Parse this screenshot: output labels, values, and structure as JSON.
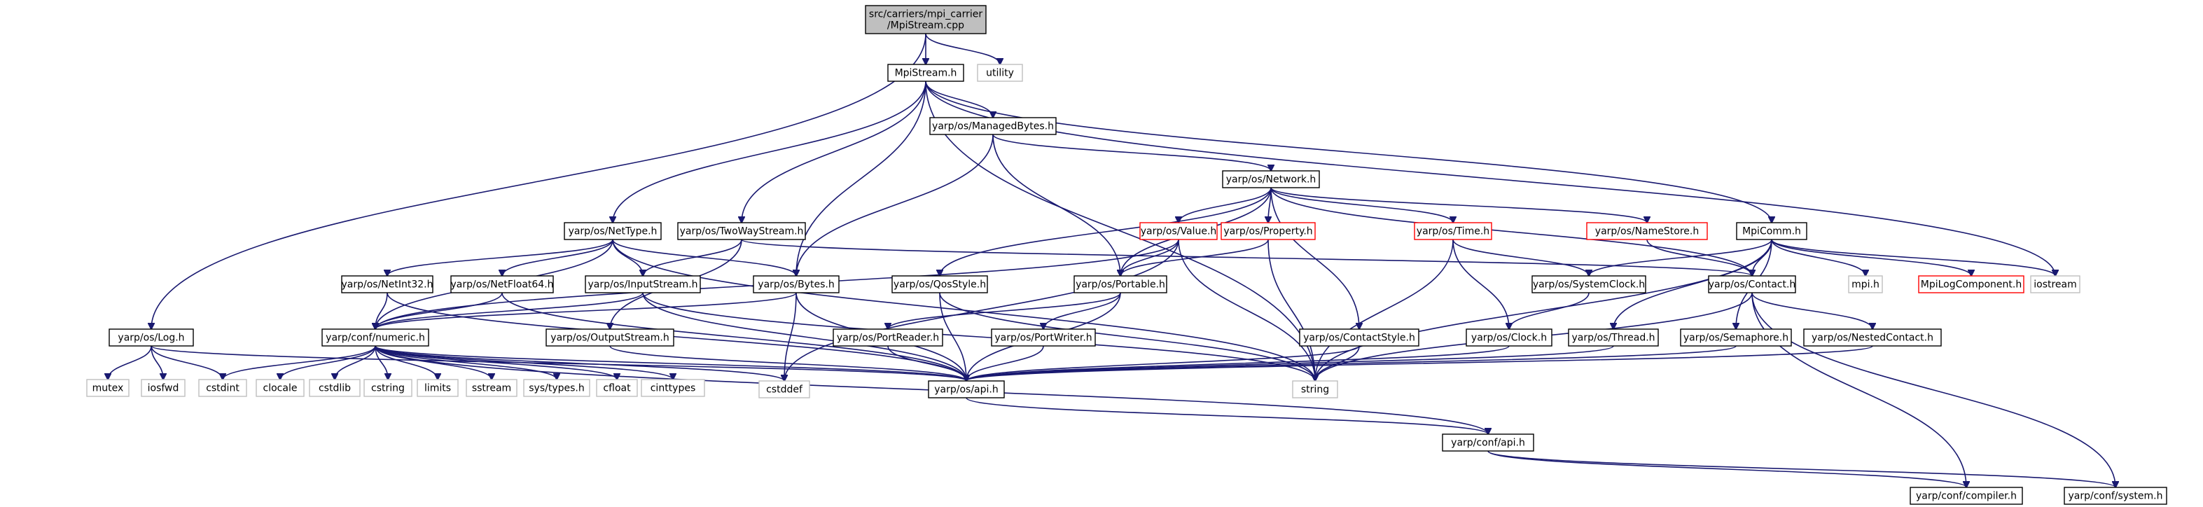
{
  "colors": {
    "edge": "#191970",
    "root_fill": "#bfbfbf",
    "normal_border": "#000000",
    "system_border": "#bfbfbf",
    "truncated_border": "#ff0000"
  },
  "nodes": [
    {
      "id": "root",
      "kind": "root",
      "lines": [
        "src/carriers/mpi_carrier",
        "/MpiStream.cpp"
      ]
    },
    {
      "id": "mpistream",
      "kind": "normal",
      "lines": [
        "MpiStream.h"
      ]
    },
    {
      "id": "utility",
      "kind": "sys",
      "lines": [
        "utility"
      ]
    },
    {
      "id": "log",
      "kind": "normal",
      "lines": [
        "yarp/os/Log.h"
      ]
    },
    {
      "id": "managedbytes",
      "kind": "normal",
      "lines": [
        "yarp/os/ManagedBytes.h"
      ]
    },
    {
      "id": "network",
      "kind": "normal",
      "lines": [
        "yarp/os/Network.h"
      ]
    },
    {
      "id": "nettype",
      "kind": "normal",
      "lines": [
        "yarp/os/NetType.h"
      ]
    },
    {
      "id": "twowaystream",
      "kind": "normal",
      "lines": [
        "yarp/os/TwoWayStream.h"
      ]
    },
    {
      "id": "value",
      "kind": "trunc",
      "lines": [
        "yarp/os/Value.h"
      ]
    },
    {
      "id": "property",
      "kind": "trunc",
      "lines": [
        "yarp/os/Property.h"
      ]
    },
    {
      "id": "time",
      "kind": "trunc",
      "lines": [
        "yarp/os/Time.h"
      ]
    },
    {
      "id": "namestore",
      "kind": "trunc",
      "lines": [
        "yarp/os/NameStore.h"
      ]
    },
    {
      "id": "mpicomm",
      "kind": "normal",
      "lines": [
        "MpiComm.h"
      ]
    },
    {
      "id": "netint32",
      "kind": "normal",
      "lines": [
        "yarp/os/NetInt32.h"
      ]
    },
    {
      "id": "netfloat64",
      "kind": "normal",
      "lines": [
        "yarp/os/NetFloat64.h"
      ]
    },
    {
      "id": "inputstream",
      "kind": "normal",
      "lines": [
        "yarp/os/InputStream.h"
      ]
    },
    {
      "id": "bytes",
      "kind": "normal",
      "lines": [
        "yarp/os/Bytes.h"
      ]
    },
    {
      "id": "qosstyle",
      "kind": "normal",
      "lines": [
        "yarp/os/QosStyle.h"
      ]
    },
    {
      "id": "portable",
      "kind": "normal",
      "lines": [
        "yarp/os/Portable.h"
      ]
    },
    {
      "id": "systemclock",
      "kind": "normal",
      "lines": [
        "yarp/os/SystemClock.h"
      ]
    },
    {
      "id": "contact",
      "kind": "normal",
      "lines": [
        "yarp/os/Contact.h"
      ]
    },
    {
      "id": "mpih",
      "kind": "sys",
      "lines": [
        "mpi.h"
      ]
    },
    {
      "id": "mpilog",
      "kind": "trunc",
      "lines": [
        "MpiLogComponent.h"
      ]
    },
    {
      "id": "iostream",
      "kind": "sys",
      "lines": [
        "iostream"
      ]
    },
    {
      "id": "numeric",
      "kind": "normal",
      "lines": [
        "yarp/conf/numeric.h"
      ]
    },
    {
      "id": "outputstream",
      "kind": "normal",
      "lines": [
        "yarp/os/OutputStream.h"
      ]
    },
    {
      "id": "portreader",
      "kind": "normal",
      "lines": [
        "yarp/os/PortReader.h"
      ]
    },
    {
      "id": "portwriter",
      "kind": "normal",
      "lines": [
        "yarp/os/PortWriter.h"
      ]
    },
    {
      "id": "contactstyle",
      "kind": "normal",
      "lines": [
        "yarp/os/ContactStyle.h"
      ]
    },
    {
      "id": "clock",
      "kind": "normal",
      "lines": [
        "yarp/os/Clock.h"
      ]
    },
    {
      "id": "thread",
      "kind": "normal",
      "lines": [
        "yarp/os/Thread.h"
      ]
    },
    {
      "id": "semaphore",
      "kind": "normal",
      "lines": [
        "yarp/os/Semaphore.h"
      ]
    },
    {
      "id": "nestedcontact",
      "kind": "normal",
      "lines": [
        "yarp/os/NestedContact.h"
      ]
    },
    {
      "id": "mutex",
      "kind": "sys",
      "lines": [
        "mutex"
      ]
    },
    {
      "id": "iosfwd",
      "kind": "sys",
      "lines": [
        "iosfwd"
      ]
    },
    {
      "id": "cstdint",
      "kind": "sys",
      "lines": [
        "cstdint"
      ]
    },
    {
      "id": "clocale",
      "kind": "sys",
      "lines": [
        "clocale"
      ]
    },
    {
      "id": "cstdlib",
      "kind": "sys",
      "lines": [
        "cstdlib"
      ]
    },
    {
      "id": "cstring",
      "kind": "sys",
      "lines": [
        "cstring"
      ]
    },
    {
      "id": "limits",
      "kind": "sys",
      "lines": [
        "limits"
      ]
    },
    {
      "id": "sstream",
      "kind": "sys",
      "lines": [
        "sstream"
      ]
    },
    {
      "id": "systypes",
      "kind": "sys",
      "lines": [
        "sys/types.h"
      ]
    },
    {
      "id": "cfloat",
      "kind": "sys",
      "lines": [
        "cfloat"
      ]
    },
    {
      "id": "cinttypes",
      "kind": "sys",
      "lines": [
        "cinttypes"
      ]
    },
    {
      "id": "cstddef",
      "kind": "sys",
      "lines": [
        "cstddef"
      ]
    },
    {
      "id": "apih",
      "kind": "normal",
      "lines": [
        "yarp/os/api.h"
      ]
    },
    {
      "id": "string",
      "kind": "sys",
      "lines": [
        "string"
      ]
    },
    {
      "id": "confapi",
      "kind": "normal",
      "lines": [
        "yarp/conf/api.h"
      ]
    },
    {
      "id": "compiler",
      "kind": "normal",
      "lines": [
        "yarp/conf/compiler.h"
      ]
    },
    {
      "id": "system",
      "kind": "normal",
      "lines": [
        "yarp/conf/system.h"
      ]
    }
  ],
  "edges": [
    [
      "root",
      "mpistream"
    ],
    [
      "root",
      "utility"
    ],
    [
      "root",
      "log"
    ],
    [
      "mpistream",
      "managedbytes"
    ],
    [
      "mpistream",
      "nettype"
    ],
    [
      "mpistream",
      "twowaystream"
    ],
    [
      "mpistream",
      "bytes"
    ],
    [
      "mpistream",
      "mpicomm"
    ],
    [
      "mpistream",
      "iostream"
    ],
    [
      "mpistream",
      "string"
    ],
    [
      "managedbytes",
      "network"
    ],
    [
      "managedbytes",
      "bytes"
    ],
    [
      "managedbytes",
      "portable"
    ],
    [
      "network",
      "value"
    ],
    [
      "network",
      "property"
    ],
    [
      "network",
      "time"
    ],
    [
      "network",
      "namestore"
    ],
    [
      "network",
      "contactstyle"
    ],
    [
      "network",
      "contact"
    ],
    [
      "network",
      "portable"
    ],
    [
      "network",
      "qosstyle"
    ],
    [
      "nettype",
      "netint32"
    ],
    [
      "nettype",
      "netfloat64"
    ],
    [
      "nettype",
      "inputstream"
    ],
    [
      "nettype",
      "bytes"
    ],
    [
      "nettype",
      "numeric"
    ],
    [
      "nettype",
      "string"
    ],
    [
      "twowaystream",
      "inputstream"
    ],
    [
      "twowaystream",
      "outputstream"
    ],
    [
      "twowaystream",
      "contact"
    ],
    [
      "value",
      "portable"
    ],
    [
      "value",
      "numeric"
    ],
    [
      "value",
      "string"
    ],
    [
      "value",
      "cstddef"
    ],
    [
      "property",
      "portable"
    ],
    [
      "property",
      "string"
    ],
    [
      "time",
      "systemclock"
    ],
    [
      "time",
      "clock"
    ],
    [
      "time",
      "string"
    ],
    [
      "namestore",
      "contact"
    ],
    [
      "mpicomm",
      "systemclock"
    ],
    [
      "mpicomm",
      "contact"
    ],
    [
      "mpicomm",
      "mpih"
    ],
    [
      "mpicomm",
      "mpilog"
    ],
    [
      "mpicomm",
      "iostream"
    ],
    [
      "mpicomm",
      "thread"
    ],
    [
      "mpicomm",
      "semaphore"
    ],
    [
      "mpicomm",
      "string"
    ],
    [
      "netint32",
      "numeric"
    ],
    [
      "netint32",
      "apih"
    ],
    [
      "netfloat64",
      "numeric"
    ],
    [
      "netfloat64",
      "apih"
    ],
    [
      "inputstream",
      "numeric"
    ],
    [
      "inputstream",
      "apih"
    ],
    [
      "inputstream",
      "string"
    ],
    [
      "bytes",
      "cstddef"
    ],
    [
      "bytes",
      "apih"
    ],
    [
      "bytes",
      "numeric"
    ],
    [
      "qosstyle",
      "apih"
    ],
    [
      "qosstyle",
      "string"
    ],
    [
      "portable",
      "portreader"
    ],
    [
      "portable",
      "portwriter"
    ],
    [
      "portable",
      "apih"
    ],
    [
      "systemclock",
      "clock"
    ],
    [
      "contact",
      "nestedcontact"
    ],
    [
      "contact",
      "string"
    ],
    [
      "contact",
      "compiler"
    ],
    [
      "contact",
      "system"
    ],
    [
      "numeric",
      "cstdint"
    ],
    [
      "numeric",
      "clocale"
    ],
    [
      "numeric",
      "cstdlib"
    ],
    [
      "numeric",
      "cstring"
    ],
    [
      "numeric",
      "limits"
    ],
    [
      "numeric",
      "sstream"
    ],
    [
      "numeric",
      "systypes"
    ],
    [
      "numeric",
      "cfloat"
    ],
    [
      "numeric",
      "cinttypes"
    ],
    [
      "numeric",
      "cstddef"
    ],
    [
      "numeric",
      "confapi"
    ],
    [
      "numeric",
      "apih"
    ],
    [
      "outputstream",
      "apih"
    ],
    [
      "portreader",
      "apih"
    ],
    [
      "portwriter",
      "apih"
    ],
    [
      "contactstyle",
      "apih"
    ],
    [
      "contactstyle",
      "string"
    ],
    [
      "clock",
      "apih"
    ],
    [
      "thread",
      "apih"
    ],
    [
      "semaphore",
      "apih"
    ],
    [
      "nestedcontact",
      "apih"
    ],
    [
      "log",
      "mutex"
    ],
    [
      "log",
      "iosfwd"
    ],
    [
      "log",
      "cstdint"
    ],
    [
      "log",
      "apih"
    ],
    [
      "apih",
      "confapi"
    ],
    [
      "confapi",
      "compiler"
    ],
    [
      "confapi",
      "system"
    ]
  ]
}
